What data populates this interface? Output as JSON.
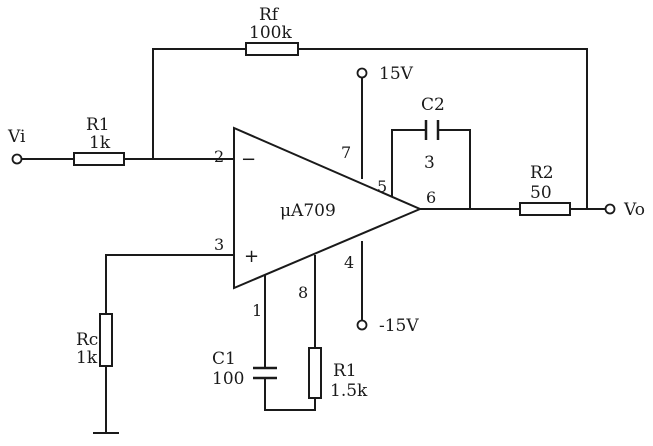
{
  "components": {
    "rf": {
      "name": "Rf",
      "value": "100k"
    },
    "r1_in": {
      "name": "R1",
      "value": "1k"
    },
    "rc": {
      "name": "Rc",
      "value": "1k"
    },
    "c1": {
      "name": "C1",
      "value": "100"
    },
    "r1_comp": {
      "name": "R1",
      "value": "1.5k"
    },
    "c2": {
      "name": "C2",
      "value": "3"
    },
    "r2": {
      "name": "R2",
      "value": "50"
    }
  },
  "opamp": {
    "name": "μA709",
    "pins": {
      "p1": "1",
      "p2": "2",
      "p3": "3",
      "p4": "4",
      "p5": "5",
      "p6": "6",
      "p7": "7",
      "p8": "8"
    },
    "minus": "−",
    "plus": "+"
  },
  "terminals": {
    "input": "Vi",
    "output": "Vo",
    "pos_supply": "15V",
    "neg_supply": "-15V"
  }
}
